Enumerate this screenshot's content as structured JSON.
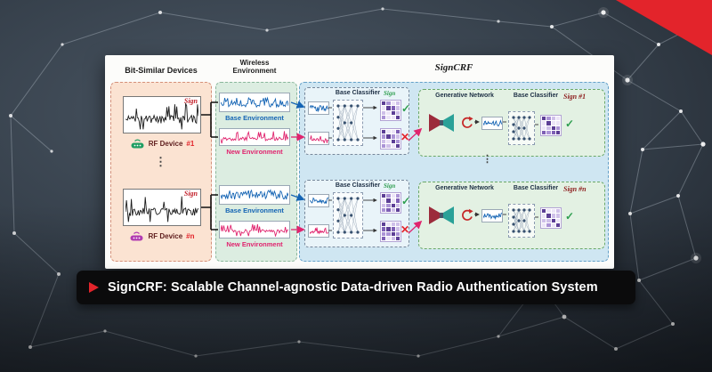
{
  "colors": {
    "accent_red": "#e3242b",
    "base_blue": "#1464b4",
    "new_red": "#e0246e",
    "check_green": "#2e9e4f",
    "matrix_purple": "#7e5fb5"
  },
  "banner": {
    "title": "SignCRF: Scalable Channel-agnostic Data-driven Radio Authentication System"
  },
  "figure": {
    "headers": {
      "devices": "Bit-Similar Devices",
      "wireless_1": "Wireless",
      "wireless_2": "Environment",
      "signcrf": "SignCRF"
    },
    "devices": [
      {
        "sign": "Sign",
        "name": "RF Device",
        "num": "#1"
      },
      {
        "sign": "Sign",
        "name": "RF Device",
        "num": "#n"
      }
    ],
    "environments": [
      {
        "base": "Base Environment",
        "new": "New Environment"
      },
      {
        "base": "Base Environment",
        "new": "New Environment"
      }
    ],
    "pipelines": [
      {
        "classifier1": "Base Classifier",
        "sign_ok": "Sign",
        "generative": "Generative Network",
        "classifier2": "Base Classifier",
        "sign_out": "Sign #1"
      },
      {
        "classifier1": "Base Classifier",
        "sign_ok": "Sign",
        "generative": "Generative Network",
        "classifier2": "Base Classifier",
        "sign_out": "Sign #n"
      }
    ],
    "glyphs": {
      "check": "✓",
      "cross": "✕",
      "vdots": "⋮"
    }
  }
}
